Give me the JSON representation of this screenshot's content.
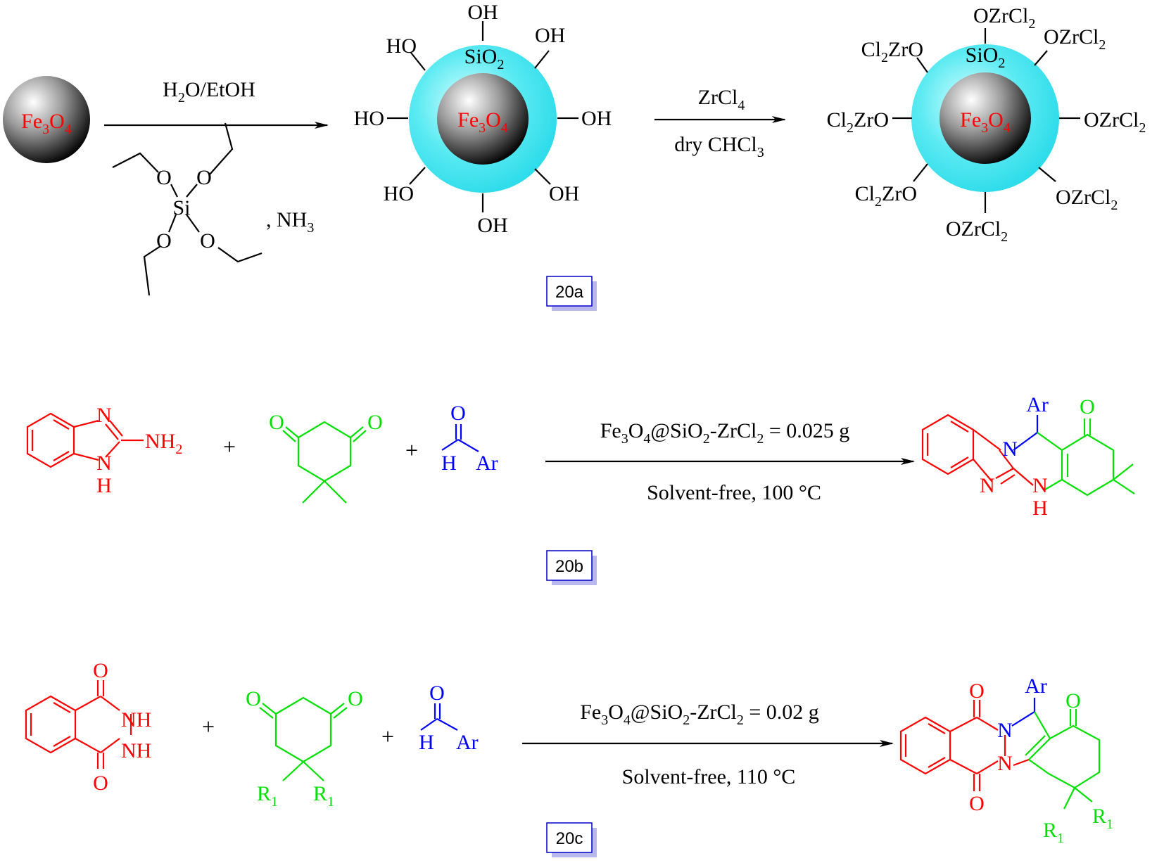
{
  "colors": {
    "red": "#ff0000",
    "green": "#00e000",
    "blue": "#0000ff",
    "shell": "#33e6f0",
    "label_border": "#0000cc",
    "label_shadow": "#b8b8ee"
  },
  "scheme_a": {
    "core_base": "Fe",
    "core_sub1": "3",
    "core_mid": "O",
    "core_sub2": "4",
    "arrow1_top_h": "H",
    "arrow1_top_sub": "2",
    "arrow1_top_rest": "O/EtOH",
    "teos_si": "Si",
    "teos_o": "O",
    "nh3_prefix": ", NH",
    "nh3_sub": "3",
    "oh": "OH",
    "ho": "HO",
    "sio2_si": "SiO",
    "sio2_sub": "2",
    "arrow2_top_base": "ZrCl",
    "arrow2_top_sub": "4",
    "arrow2_bottom_base": "dry CHCl",
    "arrow2_bottom_sub": "3",
    "ozrcl_o": "OZrCl",
    "ozrcl_sub": "2",
    "clzro_cl": "Cl",
    "clzro_sub": "2",
    "clzro_rest": "ZrO",
    "label": "20a"
  },
  "scheme_b": {
    "n": "N",
    "h": "H",
    "nh2_base": "NH",
    "nh2_sub": "2",
    "plus": "+",
    "o": "O",
    "ar": "Ar",
    "cond_top_p1": "Fe",
    "cond_top_s1": "3",
    "cond_top_p2": "O",
    "cond_top_s2": "4",
    "cond_top_p3": "@SiO",
    "cond_top_s3": "2",
    "cond_top_p4": "-ZrCl",
    "cond_top_s4": "2",
    "cond_top_p5": " = 0.025 g",
    "cond_bottom": "Solvent-free, 100 °C",
    "label": "20b"
  },
  "scheme_c": {
    "nh": "NH",
    "n": "N",
    "h": "H",
    "o": "O",
    "ar": "Ar",
    "r": "R",
    "r_sub": "1",
    "plus": "+",
    "cond_top_p1": "Fe",
    "cond_top_s1": "3",
    "cond_top_p2": "O",
    "cond_top_s2": "4",
    "cond_top_p3": "@SiO",
    "cond_top_s3": "2",
    "cond_top_p4": "-ZrCl",
    "cond_top_s4": "2",
    "cond_top_p5": " = 0.02 g",
    "cond_bottom": "Solvent-free, 110 °C",
    "label": "20c"
  }
}
